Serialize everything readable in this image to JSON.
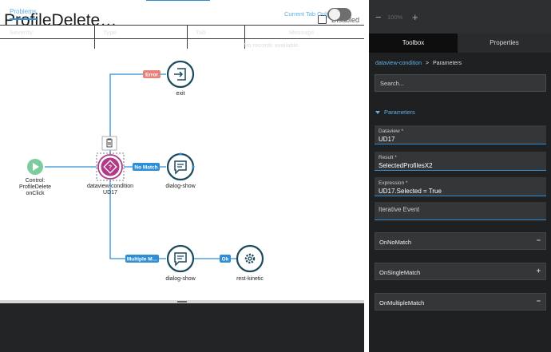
{
  "flow": {
    "title": "ProfileDelete…",
    "disabled_label": "Disabled",
    "nodes": {
      "start": {
        "label_lines": [
          "Control:",
          "ProfileDelete",
          "onClick"
        ]
      },
      "condition": {
        "label_lines": [
          "dataview-condition",
          "UD17"
        ]
      },
      "exit": {
        "label": "exit"
      },
      "dialog1": {
        "label": "dialog-show"
      },
      "dialog2": {
        "label": "dialog-show"
      },
      "rest": {
        "label": "rest-kinetic"
      }
    },
    "badges": {
      "error": "Error",
      "no_match": "No Match",
      "multiple": "Multiple M…",
      "ok": "Ok"
    },
    "colors": {
      "connector": "#2e8fd8",
      "node_ring": "#1a4a5c",
      "node_icon": "#1a4a5c",
      "start": "#7ccca0",
      "condition": "#b03a86",
      "error_badge": "#e8817a",
      "badge": "#2e8fd8"
    }
  },
  "problems": {
    "tab_label": "Problems",
    "current_tab_label": "Current Tab Only",
    "columns": [
      "Severity",
      "Type",
      "Tab",
      "Message"
    ],
    "empty_text": "No records available."
  },
  "panel": {
    "zoom": {
      "minus": "−",
      "value": "100%",
      "plus": "+"
    },
    "tabs": {
      "toolbox": "Toolbox",
      "properties": "Properties"
    },
    "breadcrumb": {
      "link": "dataview-condition",
      "separator": ">",
      "current": "Parameters"
    },
    "search_placeholder": "Search...",
    "section": "Parameters",
    "fields": [
      {
        "label": "Dataview *",
        "value": "UD17"
      },
      {
        "label": "Result *",
        "value": "SelectedProfilesX2"
      },
      {
        "label": "Expression *",
        "value": "UD17.Selected = True"
      }
    ],
    "iterative_event": "Iterative Event",
    "events": [
      {
        "label": "OnNoMatch",
        "button": "−"
      },
      {
        "label": "OnSingleMatch",
        "button": "+"
      },
      {
        "label": "OnMultipleMatch",
        "button": "−"
      }
    ]
  }
}
